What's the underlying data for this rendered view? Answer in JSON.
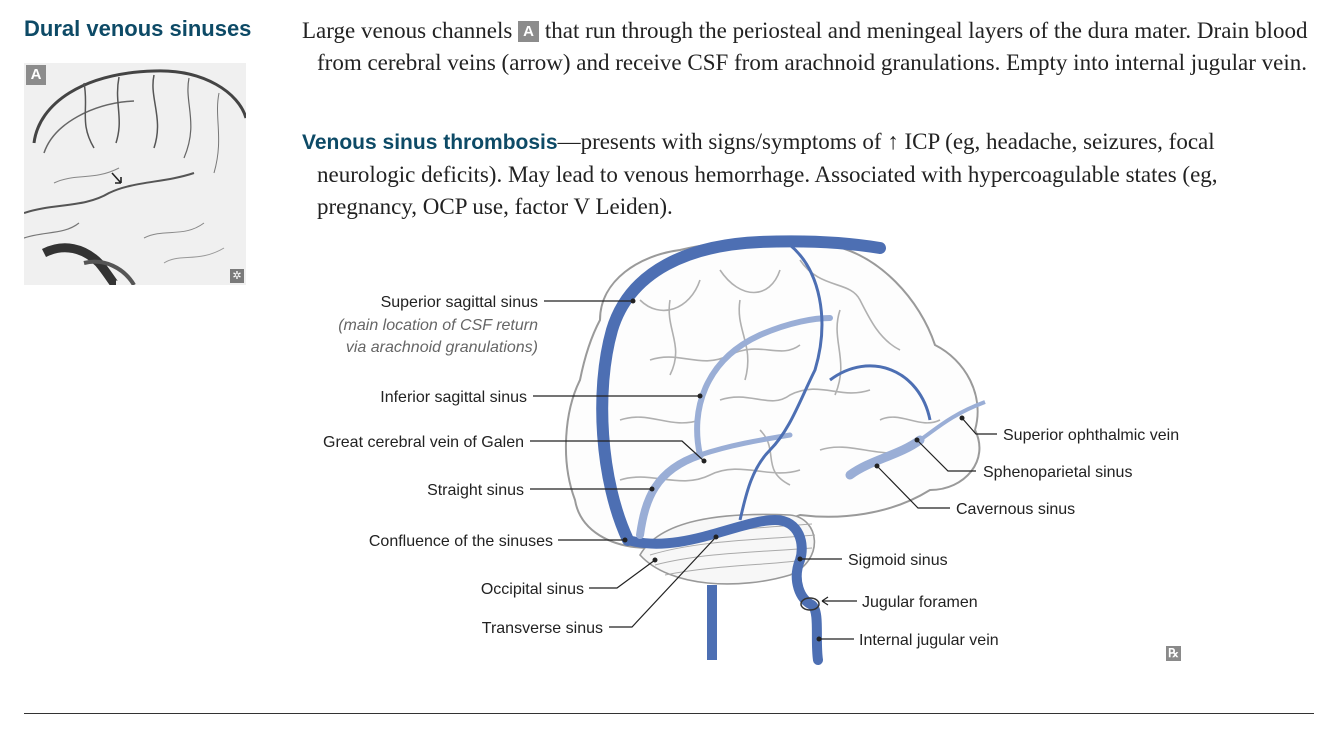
{
  "heading": "Dural venous sinuses",
  "image": {
    "badge": "A",
    "corner_badge": "✲"
  },
  "paragraph1": {
    "before": "Large venous channels ",
    "badge": "A",
    "after": " that run through the periosteal and meningeal layers of the dura mater. Drain blood from cerebral veins (arrow) and receive CSF from arachnoid granulations. Empty into internal jugular vein."
  },
  "paragraph2": {
    "term": "Venous sinus thrombosis",
    "text": "—presents with signs/symptoms of ↑ ICP (eg, headache, seizures, focal neurologic deficits). May lead to venous hemorrhage. Associated with hypercoagulable states (eg, pregnancy, OCP use, factor V Leiden)."
  },
  "labels": {
    "superior_sagittal": "Superior sagittal sinus",
    "superior_sagittal_note1": "(main location of CSF return",
    "superior_sagittal_note2": "via arachnoid granulations)",
    "inferior_sagittal": "Inferior sagittal sinus",
    "galen": "Great cerebral vein of Galen",
    "straight": "Straight sinus",
    "confluence": "Confluence of the sinuses",
    "occipital": "Occipital sinus",
    "transverse": "Transverse sinus",
    "sup_ophthalmic": "Superior ophthalmic vein",
    "sphenoparietal": "Sphenoparietal sinus",
    "cavernous": "Cavernous sinus",
    "sigmoid": "Sigmoid sinus",
    "jugular_foramen": "Jugular foramen",
    "internal_jugular": "Internal jugular vein"
  },
  "footer_badge": "℞",
  "colors": {
    "vein": "#4d6fb3",
    "vein_light": "#9aaed6",
    "brain_outline": "#999999",
    "heading": "#0d4a66"
  }
}
